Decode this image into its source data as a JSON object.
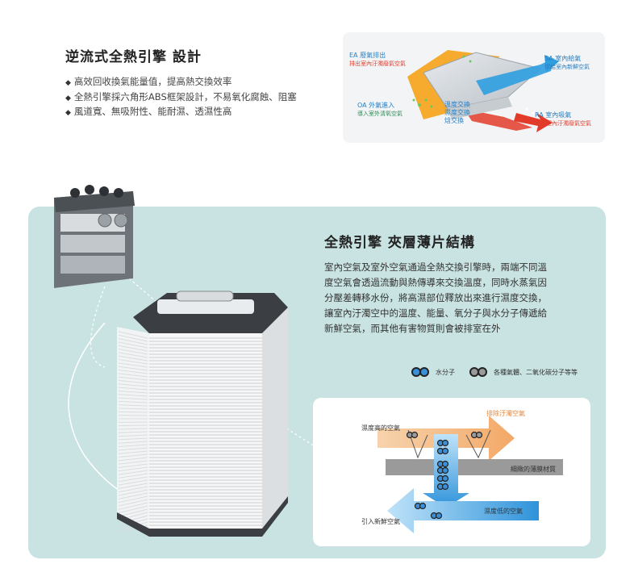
{
  "top": {
    "title": "逆流式全熱引擎 設計",
    "features": [
      "高效回收換氣能量值，提高熱交換效率",
      "全熱引擎採六角形ABS框架設計，不易氧化腐蝕、阻塞",
      "風道寬、無吸附性、能耐濕、透濕性高"
    ],
    "bullet_glyph": "◆"
  },
  "flow_diagram": {
    "ea_label": "EA 廢氣排出",
    "ea_sub": "排出室內汙濁廢氣空氣",
    "sa_label": "SA 室內給氣",
    "sa_sub": "供給室內新鮮空氣",
    "oa_label": "OA 外氣進入",
    "oa_sub": "導入室外清氧空氣",
    "ra_label": "RA 室內吸氣",
    "ra_sub": "吸出室內汙濁廢氣空氣",
    "center_lines": [
      "溫度交換",
      "濕度交換",
      "焓交換"
    ],
    "colors": {
      "orange": "#f5a623",
      "blue": "#2f9fe0",
      "red": "#e23b2a",
      "label_blue": "#2a7fc1"
    }
  },
  "panel": {
    "title": "全熱引擎 夾層薄片結構",
    "body_lines": [
      "室內空氣及室外空氣通過全熱交換引擎時，兩端不同溫",
      "度空氣會透過流動與熱傳導來交換溫度，同時水蒸氣因",
      "分壓差轉移水份，將高濕部位釋放出來進行濕度交換，",
      "讓室內汙濁空中的溫度、能量、氧分子與水分子傳遞給",
      "新鮮空氣，而其他有害物質則會被排室在外"
    ],
    "background": "#c8e3e1"
  },
  "legend": {
    "water_label": "水分子",
    "gas_label": "各種氣體、二氧化碳分子等等",
    "water_color": "#3a8fd8",
    "gas_color": "#9a9a9a"
  },
  "membrane_diagram": {
    "humid_air": "濕度高的空氣",
    "exhaust_dirty": "排除汙濁空氣",
    "membrane": "細緻的薄膜材質",
    "dry_air": "濕度低的空氣",
    "intake_fresh": "引入新鮮空氣",
    "colors": {
      "orange": "#f5b87a",
      "blue": "#3fa4e6",
      "membrane": "#9a9a9a"
    }
  }
}
